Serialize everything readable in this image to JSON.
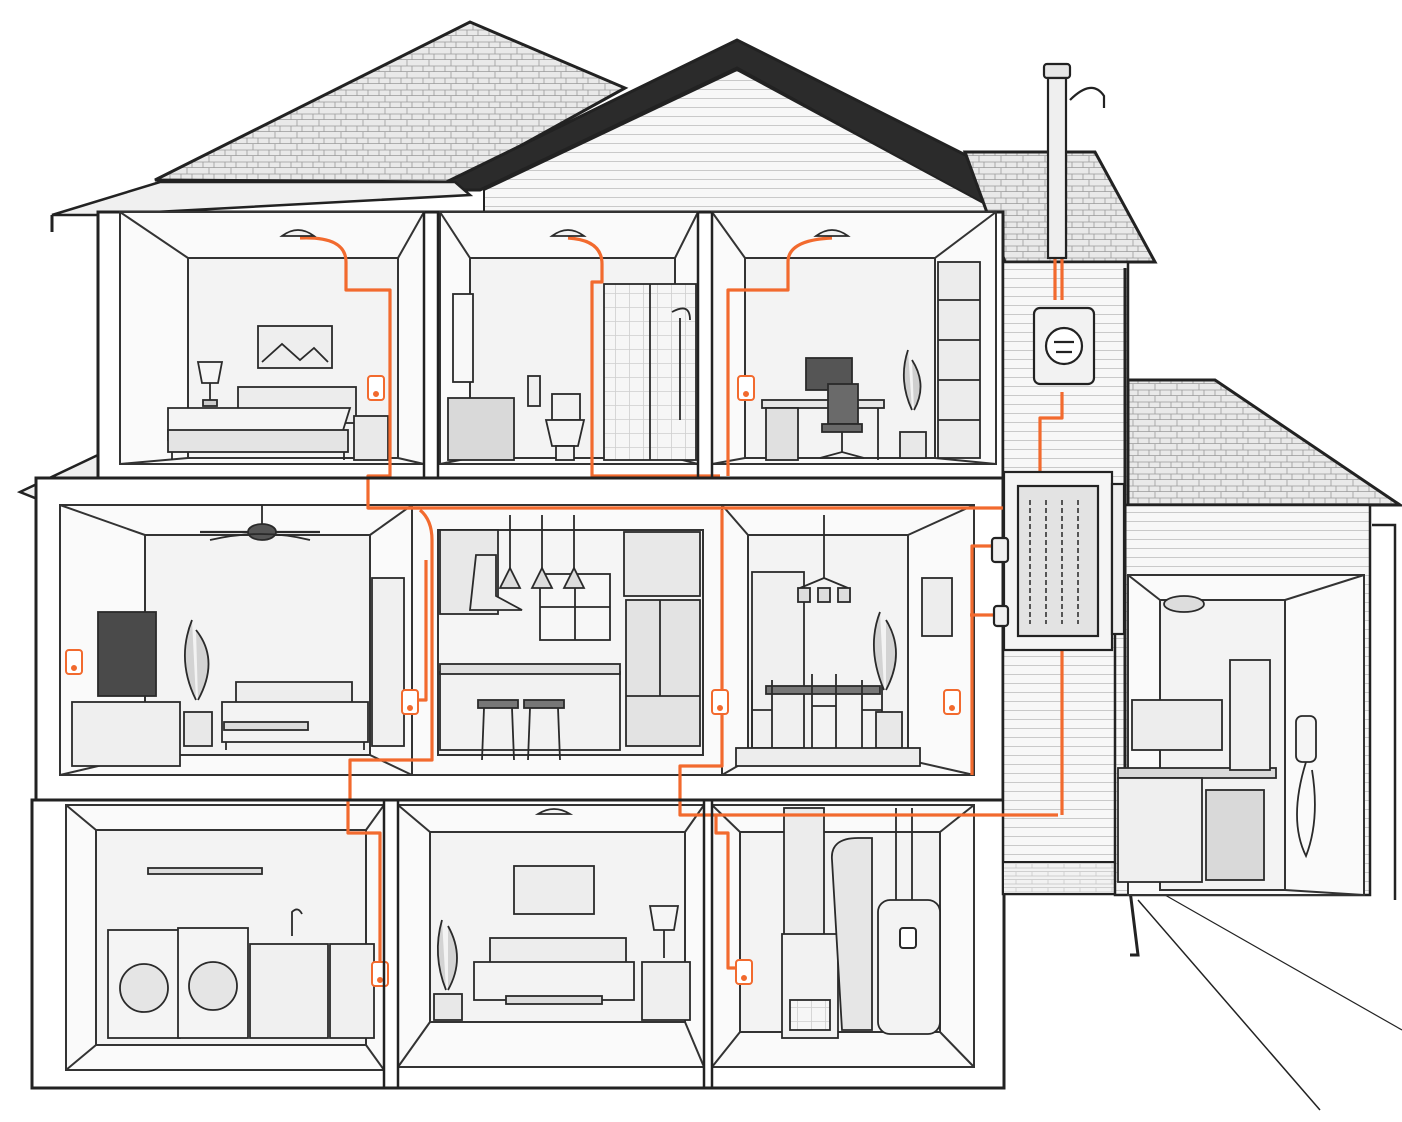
{
  "diagram": {
    "type": "home-electrical-cutaway",
    "labels": [],
    "colors": {
      "wiring": "#f26a2e",
      "outline": "#222222",
      "fill_light": "#f4f4f4",
      "fill_mid": "#dcdcdc",
      "roof": "#e6e6e6",
      "background": "#ffffff"
    },
    "rooms": [
      {
        "id": "bedroom",
        "floor": 2
      },
      {
        "id": "bathroom",
        "floor": 2
      },
      {
        "id": "office",
        "floor": 2
      },
      {
        "id": "living-room",
        "floor": 1
      },
      {
        "id": "kitchen",
        "floor": 1
      },
      {
        "id": "dining-room",
        "floor": 1
      },
      {
        "id": "laundry",
        "floor": 0
      },
      {
        "id": "basement-lounge",
        "floor": 0
      },
      {
        "id": "utility",
        "floor": 0
      },
      {
        "id": "garage",
        "floor": 1
      }
    ],
    "components": [
      "service-mast",
      "electric-meter",
      "breaker-panel",
      "ceiling-light",
      "outlet",
      "ceiling-fan",
      "pendant-lights",
      "chandelier",
      "water-heater",
      "furnace",
      "ev-charger",
      "washer",
      "dryer",
      "television",
      "refrigerator"
    ],
    "outlet_count": 9,
    "ceiling_light_count": 5
  }
}
